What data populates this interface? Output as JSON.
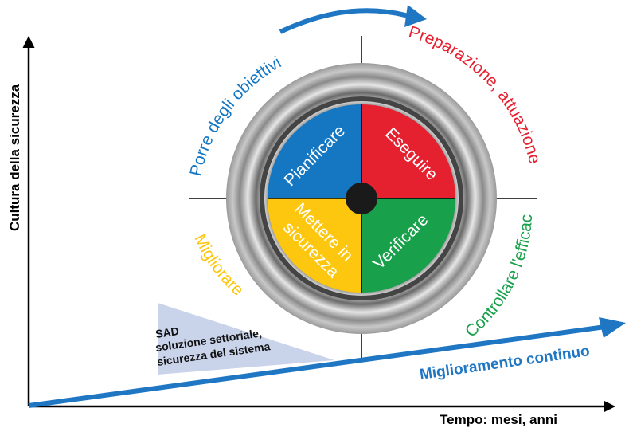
{
  "axes": {
    "y_label": "Cultura della sicurezza",
    "x_label": "Tempo: mesi, anni"
  },
  "cycle": {
    "quadrants": {
      "plan": "Pianificare",
      "do": "Eseguire",
      "check": "Verificare",
      "act_line1": "Mettere in",
      "act_line2": "sicurezza"
    },
    "outer_labels": {
      "goals": "Porre degli obiettivi",
      "execution": "Preparazione, attuazione",
      "control": "Controllare l'efficacia",
      "improve": "Migliorare"
    }
  },
  "sad": {
    "line1": "SAD",
    "line2": "soluzione settoriale,",
    "line3": "sicurezza del sistema"
  },
  "trend_label": "Miglioramento continuo",
  "colors": {
    "plan": "#1577c2",
    "do": "#e52130",
    "check": "#19a04b",
    "act": "#fdc70f",
    "trend": "#1f77c4",
    "wedge": "#c9d3ea"
  }
}
